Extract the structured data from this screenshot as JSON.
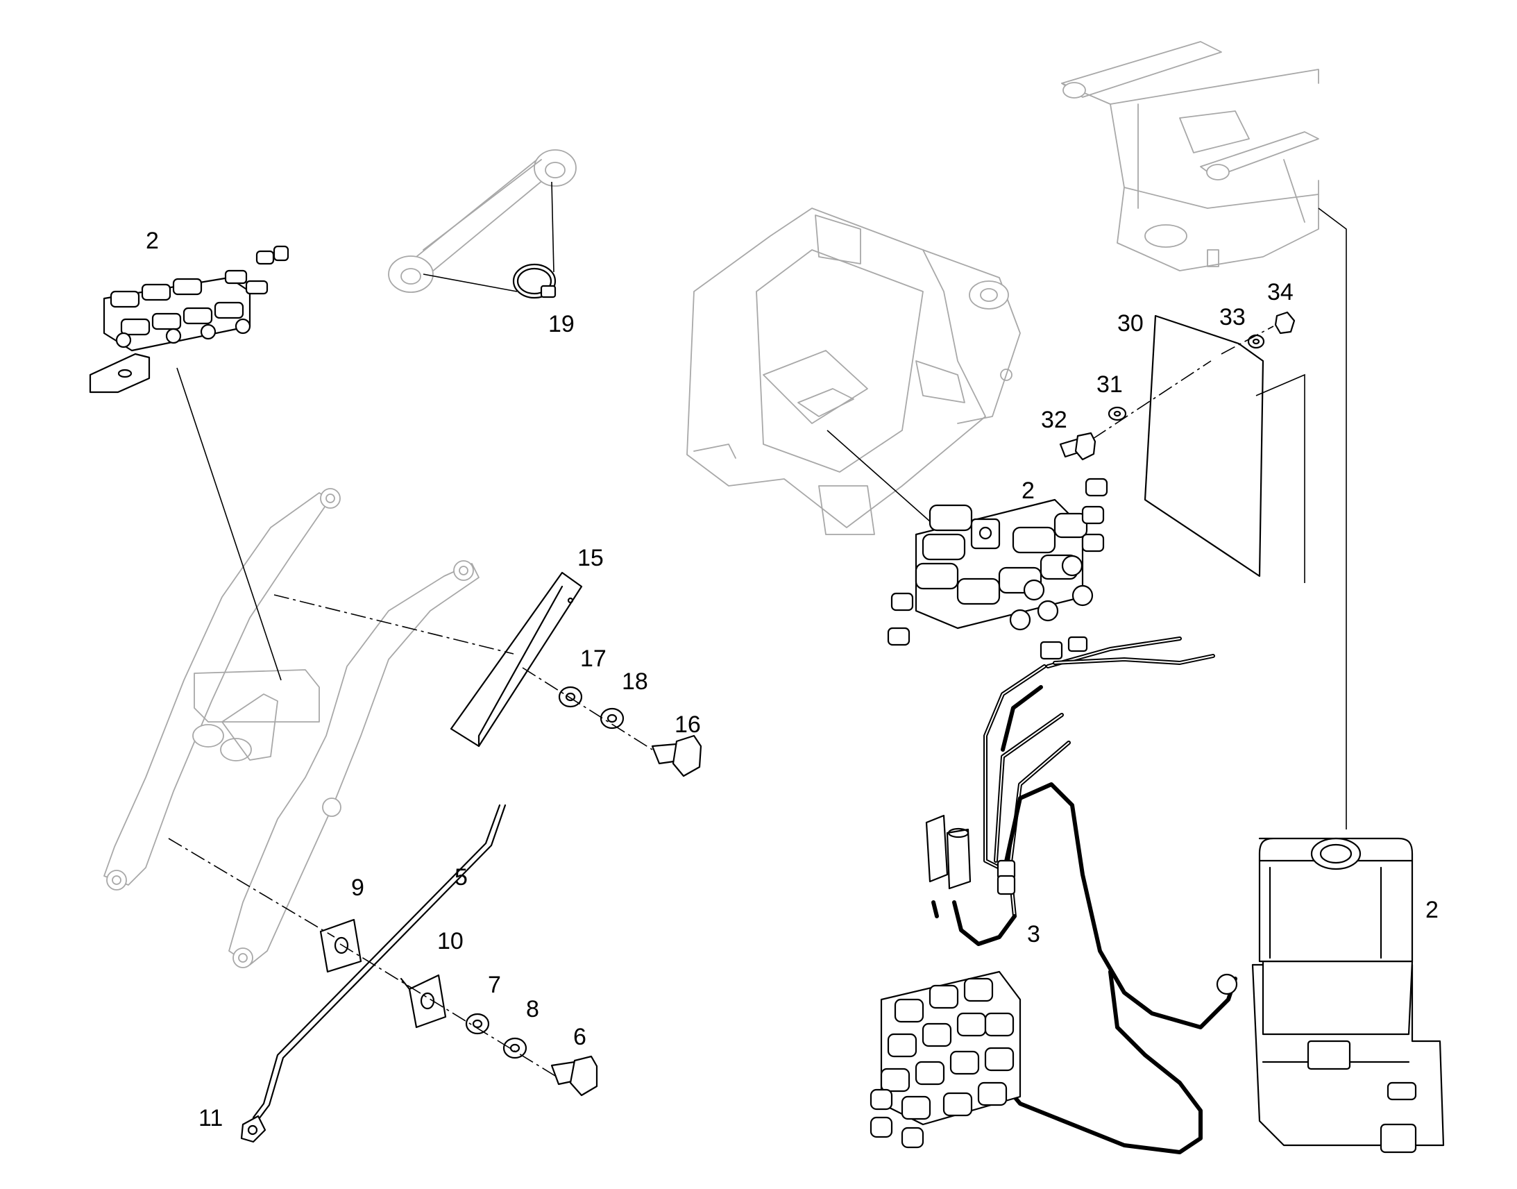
{
  "callouts": {
    "c2_tl": "2",
    "c19": "19",
    "c15": "15",
    "c17": "17",
    "c18": "18",
    "c16": "16",
    "c5": "5",
    "c9": "9",
    "c10": "10",
    "c7": "7",
    "c8": "8",
    "c6": "6",
    "c11": "11",
    "c30": "30",
    "c33": "33",
    "c34": "34",
    "c31": "31",
    "c32": "32",
    "c2_mid": "2",
    "c3": "3",
    "c2_pump": "2"
  },
  "icons": {
    "distributor_block": "lubrication-distributor-block",
    "pump": "grease-pump-reservoir",
    "bolt": "hex-bolt",
    "washer": "washer",
    "clamp": "hose-clamp"
  }
}
